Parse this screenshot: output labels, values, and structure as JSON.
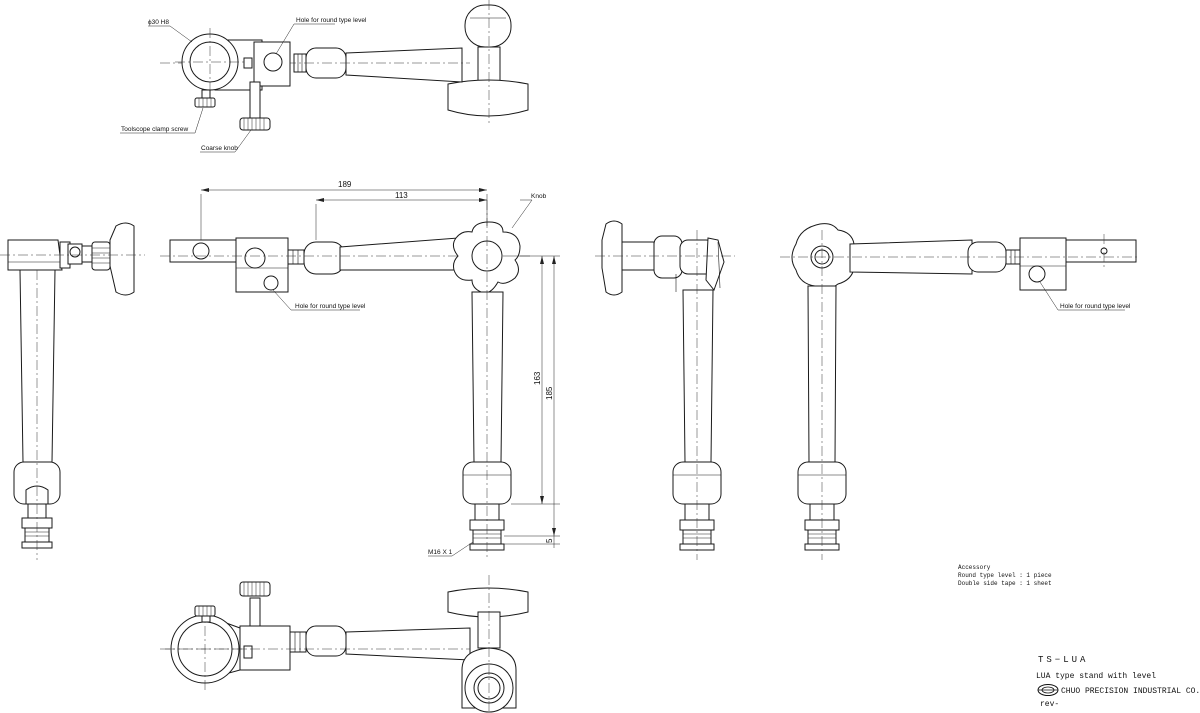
{
  "top_view": {
    "phi30_label": "ϕ30 H8",
    "hole_label": "Hole for round type level",
    "clamp_screw_label": "Toolscope clamp screw",
    "coarse_knob_label": "Coarse knob"
  },
  "front_view": {
    "dim_189": "189",
    "dim_113": "113",
    "knob_label": "Knob",
    "hole_label": "Hole for round type level",
    "dim_163": "163",
    "dim_185": "185",
    "dim_5": "5",
    "thread_label": "M16 X 1"
  },
  "right_view": {
    "hole_label": "Hole for round type level"
  },
  "accessory": {
    "title": "Accessory",
    "line1": "Round type level : 1 piece",
    "line2": "Double side tape : 1 sheet"
  },
  "title_block": {
    "model": "TS−LUA",
    "description": "LUA type stand with level",
    "company": "CHUO PRECISION INDUSTRIAL CO.,LTD.",
    "rev": "rev-"
  }
}
